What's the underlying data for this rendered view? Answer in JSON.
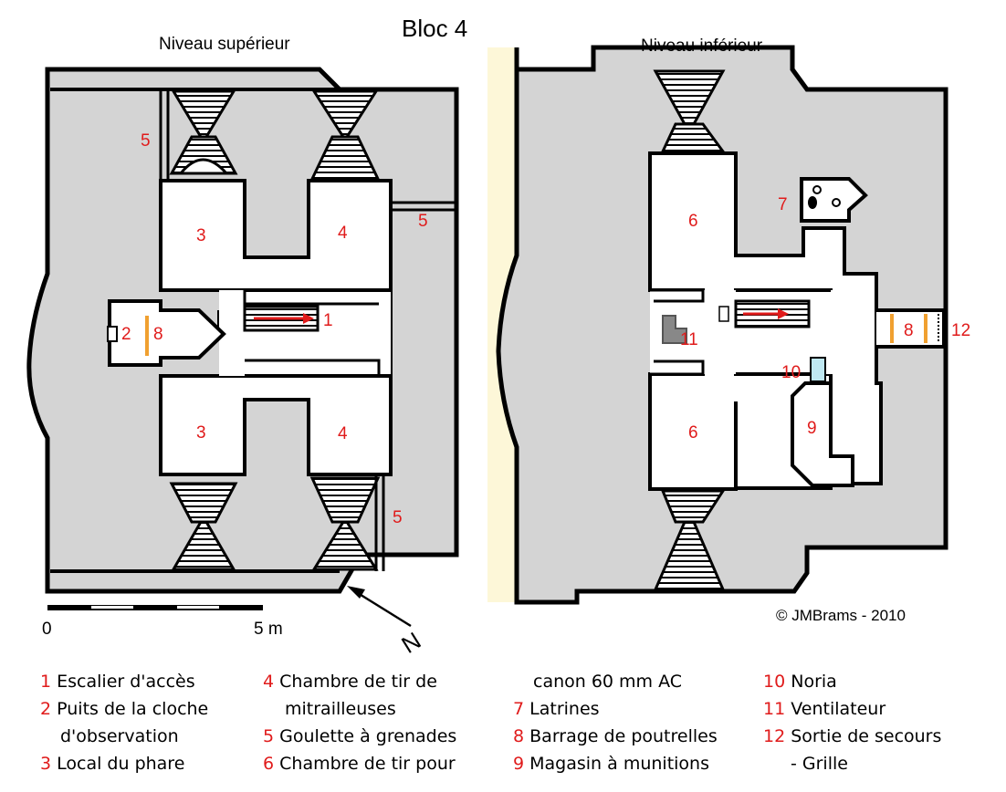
{
  "title": "Bloc 4",
  "left_plan": {
    "title": "Niveau supérieur"
  },
  "right_plan": {
    "title": "Niveau inférieur"
  },
  "copyright": "©  JMBrams - 2010",
  "scale": {
    "start": "0",
    "end": "5 m"
  },
  "north": "N",
  "labels": {
    "upper": [
      "5",
      "3",
      "4",
      "5",
      "2",
      "8",
      "1",
      "3",
      "4",
      "5"
    ],
    "lower": [
      "6",
      "7",
      "11",
      "8",
      "12",
      "10",
      "9",
      "6"
    ]
  },
  "legend": {
    "col1": [
      {
        "n": "1",
        "text": "Escalier d'accès"
      },
      {
        "n": "2",
        "text": "Puits de la cloche"
      },
      {
        "n": "",
        "text": "d'observation"
      },
      {
        "n": "3",
        "text": "Local du phare"
      }
    ],
    "col2": [
      {
        "n": "4",
        "text": "Chambre de tir de"
      },
      {
        "n": "",
        "text": "mitrailleuses"
      },
      {
        "n": "5",
        "text": "Goulette à grenades"
      },
      {
        "n": "6",
        "text": "Chambre de tir pour"
      }
    ],
    "col3": [
      {
        "n": "",
        "text": "canon 60 mm AC"
      },
      {
        "n": "7",
        "text": "Latrines"
      },
      {
        "n": "8",
        "text": "Barrage de poutrelles"
      },
      {
        "n": "9",
        "text": "Magasin à munitions"
      }
    ],
    "col4": [
      {
        "n": "10",
        "text": "Noria"
      },
      {
        "n": "11",
        "text": "Ventilateur"
      },
      {
        "n": "12",
        "text": "Sortie de secours"
      },
      {
        "n": "",
        "text": "- Grille"
      }
    ]
  }
}
